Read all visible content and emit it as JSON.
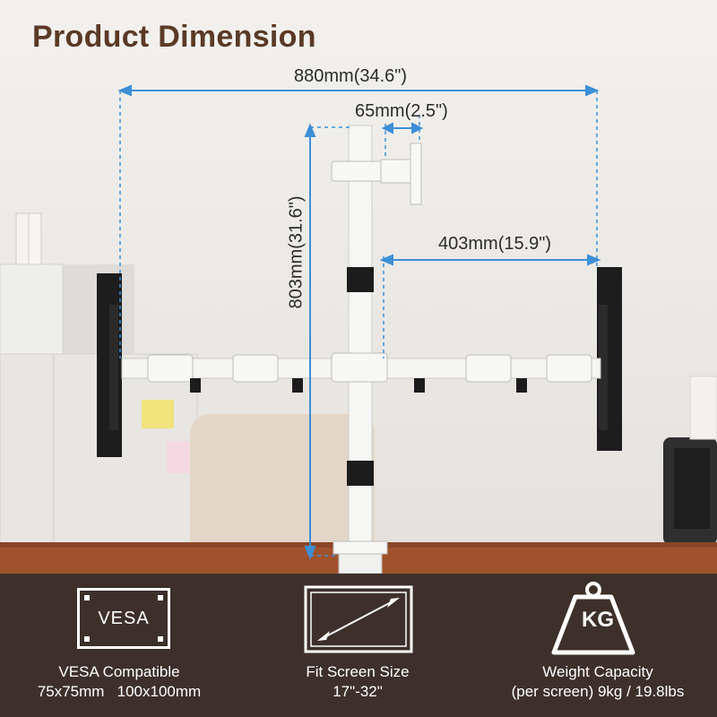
{
  "header": {
    "title": "Product Dimension"
  },
  "dimensions": {
    "total_width": "880mm(34.6\")",
    "clamp_offset": "65mm(2.5\")",
    "height": "803mm(31.6\")",
    "arm_length": "403mm(15.9\")"
  },
  "colors": {
    "dimension_line": "#3d8fd6",
    "title": "#5a3a26",
    "bottom_bar": "#3d302a",
    "desk": "#a0522d"
  },
  "features": [
    {
      "icon": "vesa-icon",
      "icon_text": "VESA",
      "line1": "VESA Compatible",
      "line2": "75x75mm   100x100mm"
    },
    {
      "icon": "screen-size-icon",
      "line1": "Fit Screen Size",
      "line2": "17\"-32\""
    },
    {
      "icon": "weight-icon",
      "icon_text": "KG",
      "line1": "Weight Capacity",
      "line2": "(per screen) 9kg / 19.8lbs"
    }
  ]
}
